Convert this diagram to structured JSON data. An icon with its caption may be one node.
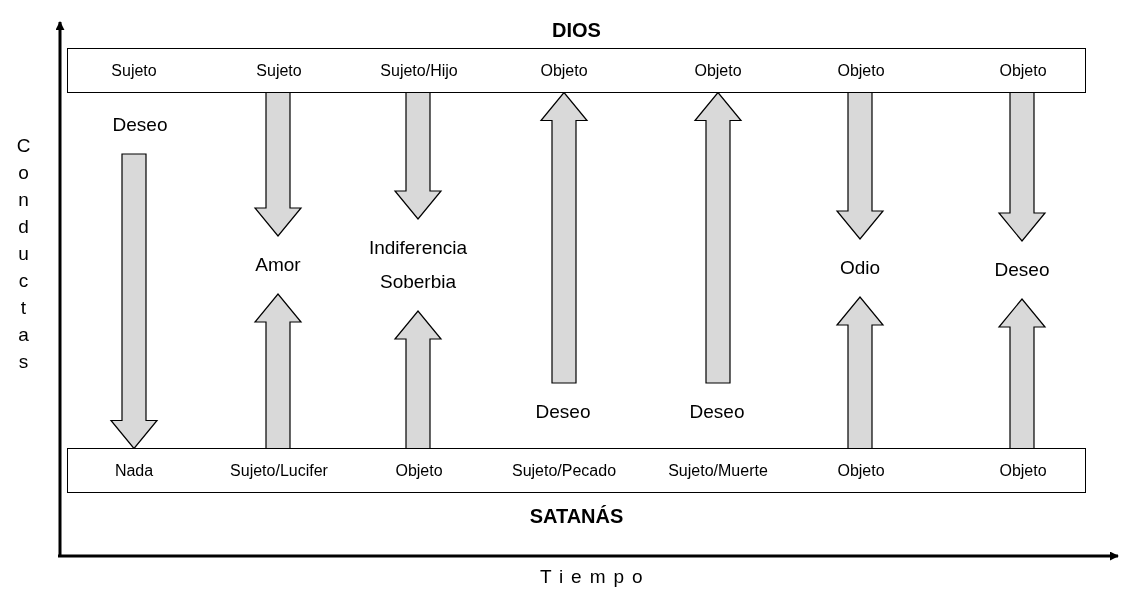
{
  "diagram": {
    "nodes": [
      {
        "text": [
          "DIOS"
        ]
      },
      {
        "text": [
          "Sujeto"
        ],
        "in": 0
      },
      {
        "text": [
          "Sujeto"
        ],
        "in": 0
      },
      {
        "text": [
          "Sujeto/Hijo"
        ],
        "in": 0
      },
      {
        "text": [
          "Objeto"
        ],
        "in": 0
      },
      {
        "text": [
          "Objeto"
        ],
        "in": 0
      },
      {
        "text": [
          "Objeto"
        ],
        "in": 0
      },
      {
        "text": [
          "Objeto"
        ],
        "in": 0
      },
      {
        "text": [
          "SATANÁS"
        ]
      },
      {
        "text": [
          "Nada"
        ],
        "in": 8
      },
      {
        "text": [
          "Sujeto/Lucifer"
        ],
        "in": 8
      },
      {
        "text": [
          "Objeto"
        ],
        "in": 8
      },
      {
        "text": [
          "Sujeto/Pecado"
        ],
        "in": 8
      },
      {
        "text": [
          "Sujeto/Muerte"
        ],
        "in": 8
      },
      {
        "text": [
          "Objeto"
        ],
        "in": 8
      },
      {
        "text": [
          "Objeto"
        ],
        "in": 8
      },
      {
        "text": [
          "Deseo"
        ]
      },
      {
        "text": [
          "Amor"
        ]
      },
      {
        "text": [
          "Indiferencia Soberbia"
        ]
      },
      {
        "text": [
          "Deseo"
        ]
      },
      {
        "text": [
          "Deseo"
        ]
      },
      {
        "text": [
          "Odio"
        ]
      },
      {
        "text": [
          "Deseo"
        ]
      }
    ],
    "edges": [
      {
        "from": 16,
        "to": 9,
        "arrow": "to"
      },
      {
        "from": 2,
        "to": 17,
        "arrow": "to"
      },
      {
        "from": 10,
        "to": 17,
        "arrow": "to"
      },
      {
        "from": 3,
        "to": 18,
        "arrow": "to"
      },
      {
        "from": 11,
        "to": 18,
        "arrow": "to"
      },
      {
        "from": 19,
        "to": 4,
        "arrow": "to"
      },
      {
        "from": 20,
        "to": 5,
        "arrow": "to"
      },
      {
        "from": 6,
        "to": 21,
        "arrow": "to"
      },
      {
        "from": 14,
        "to": 21,
        "arrow": "to"
      },
      {
        "from": 7,
        "to": 22,
        "arrow": "to"
      },
      {
        "from": 15,
        "to": 22,
        "arrow": "to"
      }
    ],
    "labels": [
      "Conductas",
      "Tiempo"
    ]
  }
}
